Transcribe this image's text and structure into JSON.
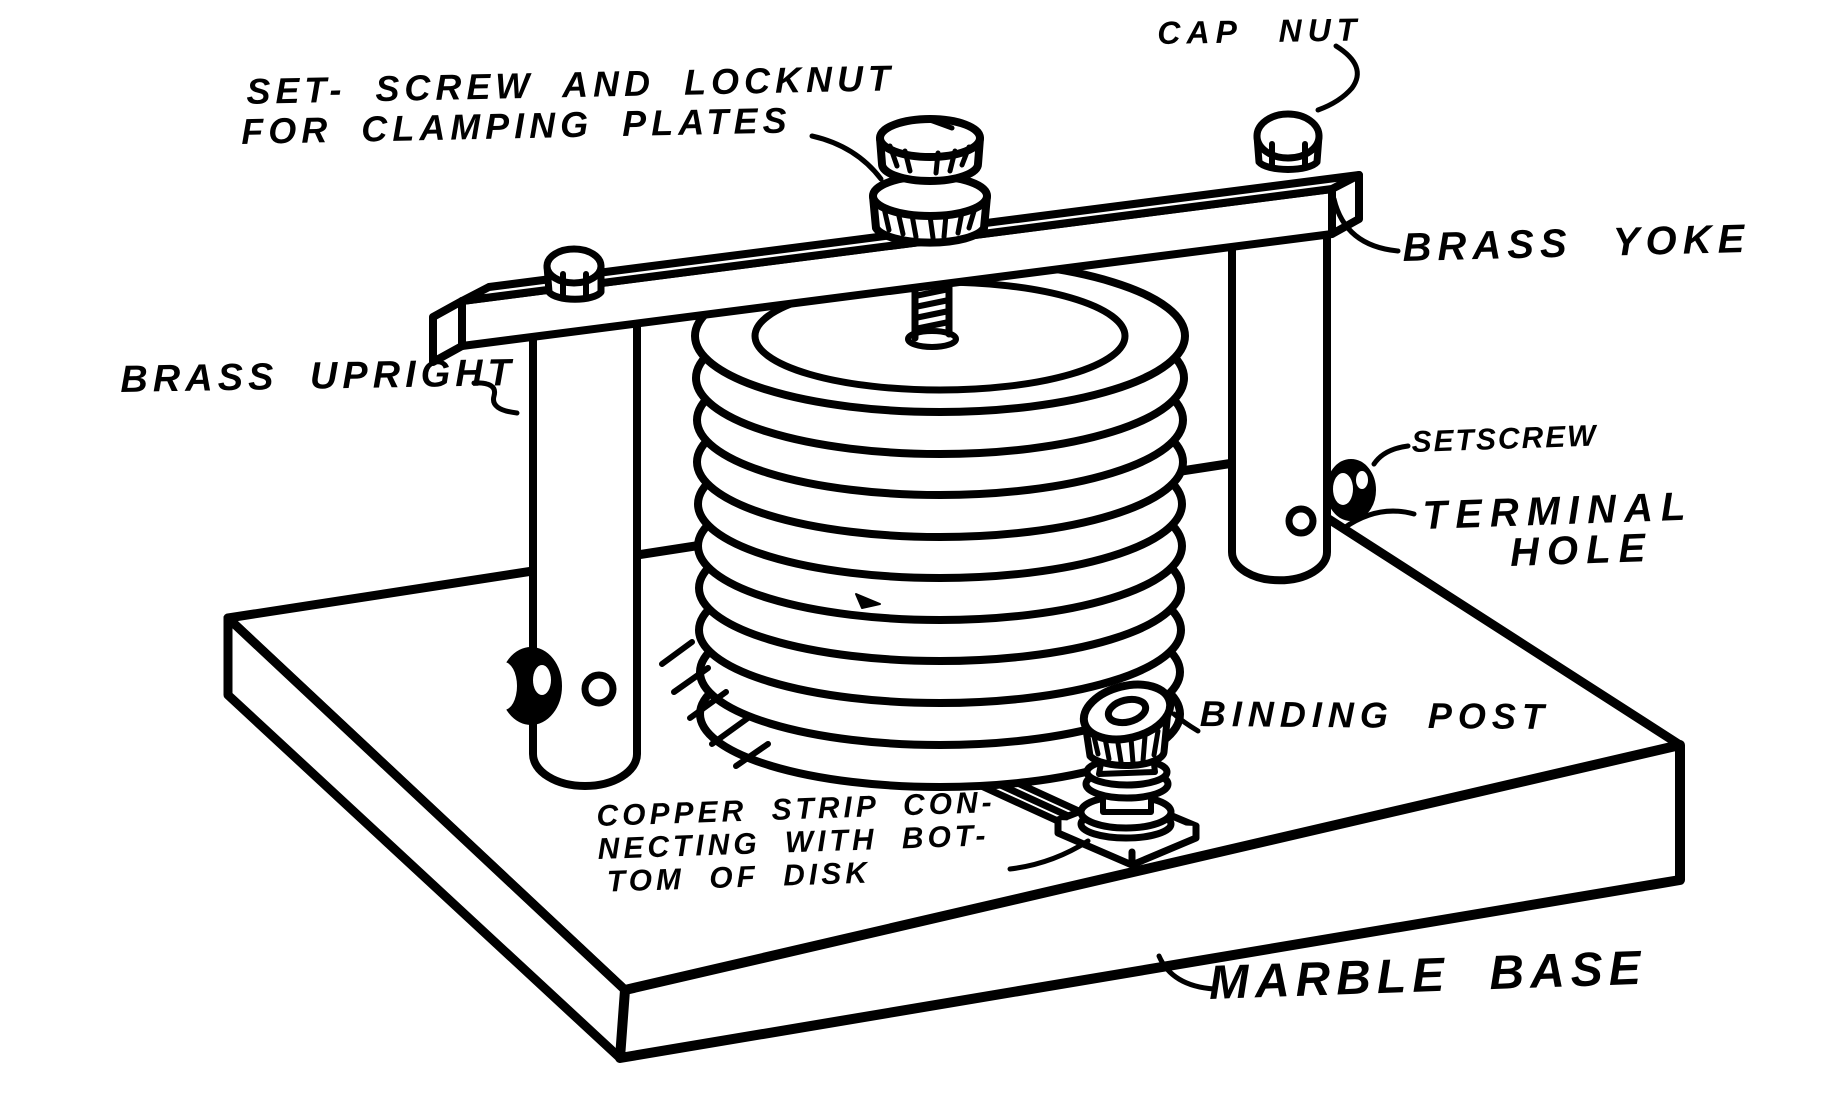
{
  "figure": {
    "labels": {
      "set_screw_locknut": {
        "line1": "SET- SCREW AND LOCKNUT",
        "line2": "FOR CLAMPING PLATES"
      },
      "cap_nut": "CAP NUT",
      "brass_yoke": "BRASS YOKE",
      "brass_upright": "BRASS UPRIGHT",
      "setscrew": "SETSCREW",
      "terminal_hole": {
        "line1": "TERMINAL",
        "line2": "HOLE"
      },
      "binding_post": "BINDING POST",
      "copper_strip": {
        "line1": "COPPER STRIP CON-",
        "line2": "NECTING WITH BOT-",
        "line3": "TOM OF DISK"
      },
      "marble_base": "MARBLE BASE"
    },
    "colors": {
      "ink": "#000000",
      "paper": "#ffffff"
    }
  }
}
